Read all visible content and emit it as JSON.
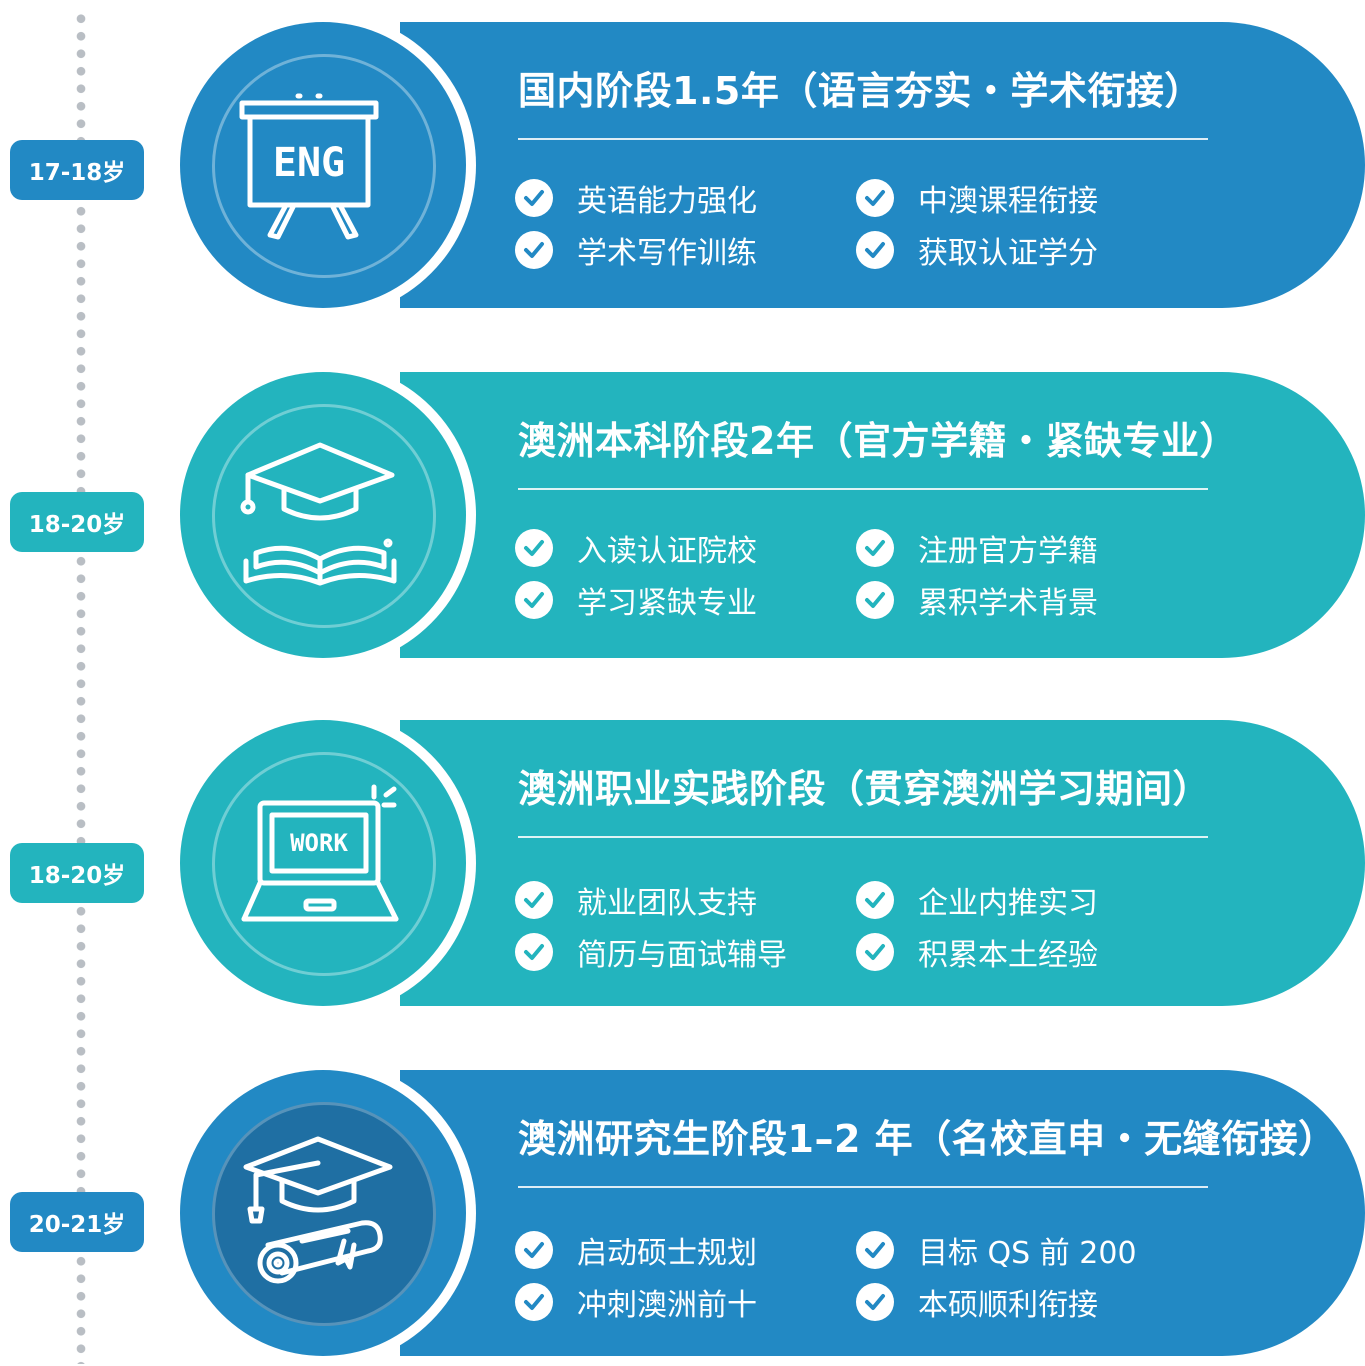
{
  "colors": {
    "blue": "#2289c4",
    "blue_dark": "#1f6fa3",
    "teal": "#23b4be"
  },
  "stages": [
    {
      "age": "17-18岁",
      "title": "国内阶段1.5年（语言夯实・学术衔接）",
      "icon": "eng-board-icon",
      "icon_text": "ENG",
      "items": [
        "英语能力强化",
        "中澳课程衔接",
        "学术写作训练",
        "获取认证学分"
      ]
    },
    {
      "age": "18-20岁",
      "title": "澳洲本科阶段2年（官方学籍・紧缺专业）",
      "icon": "graduation-cap-book-icon",
      "items": [
        "入读认证院校",
        "注册官方学籍",
        "学习紧缺专业",
        "累积学术背景"
      ]
    },
    {
      "age": "18-20岁",
      "title": "澳洲职业实践阶段（贯穿澳洲学习期间）",
      "icon": "laptop-work-icon",
      "icon_text": "WORK",
      "items": [
        "就业团队支持",
        "企业内推实习",
        "简历与面试辅导",
        "积累本土经验"
      ]
    },
    {
      "age": "20-21岁",
      "title": "澳洲研究生阶段1–2 年（名校直申・无缝衔接）",
      "icon": "graduation-cap-diploma-icon",
      "items": [
        "启动硕士规划",
        "目标 QS 前 200",
        "冲刺澳洲前十",
        "本硕顺利衔接"
      ]
    }
  ]
}
